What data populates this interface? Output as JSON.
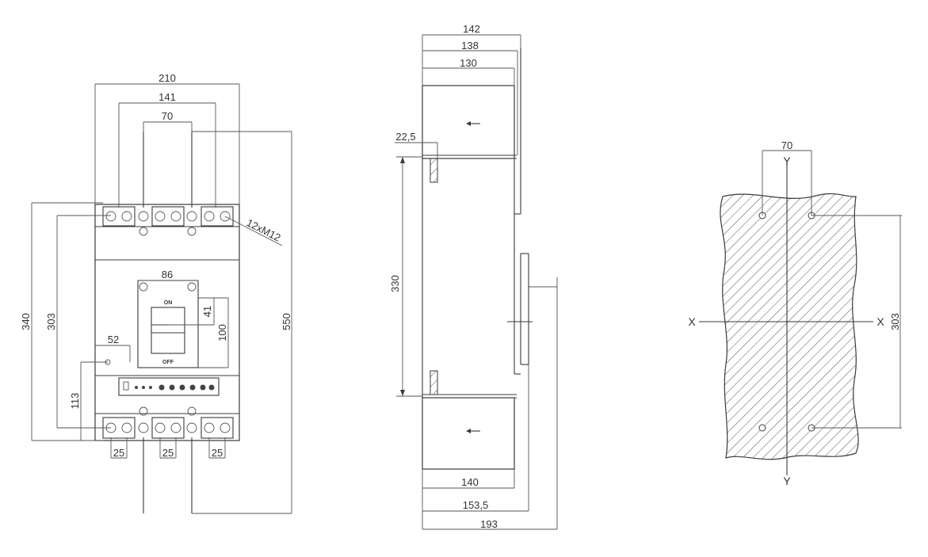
{
  "front_view": {
    "width_total": "210",
    "width_outer_terminals": "141",
    "width_inner_terminals": "70",
    "height_total": "340",
    "height_terminal_span": "303",
    "height_overall": "550",
    "height_lower": "113",
    "dim_52": "52",
    "handle_width": "86",
    "handle_height": "100",
    "handle_offset": "41",
    "bolt_spec": "12xM12",
    "terminal_pitch": [
      "25",
      "25",
      "25"
    ],
    "label_on": "ON",
    "label_off": "OFF"
  },
  "side_view": {
    "depth_142": "142",
    "depth_138": "138",
    "depth_130": "130",
    "offset_22_5": "22,5",
    "height_330": "330",
    "depth_140": "140",
    "depth_153_5": "153,5",
    "depth_193": "193"
  },
  "mounting_view": {
    "hole_spacing_x": "70",
    "hole_spacing_y": "303",
    "axis_x_left": "X",
    "axis_x_right": "X",
    "axis_y_top": "Y",
    "axis_y_bottom": "Y"
  }
}
